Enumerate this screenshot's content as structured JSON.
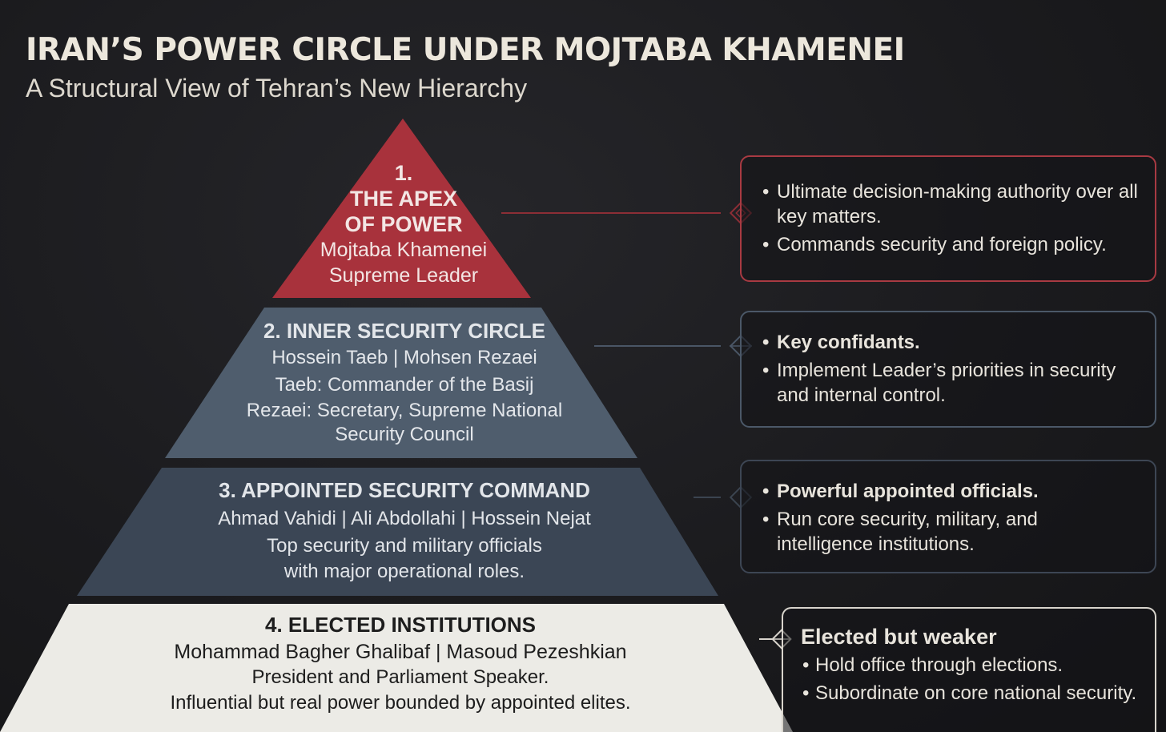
{
  "header": {
    "title": "IRAN’S POWER CIRCLE UNDER MOJTABA KHAMENEI",
    "subtitle": "A Structural View of Tehran’s New Hierarchy"
  },
  "colors": {
    "apex": "#a8323c",
    "inner": "#4f5d6d",
    "appointed": "#3b4655",
    "elected": "#ecebe6",
    "background": "#1c1c1f"
  },
  "tiers": [
    {
      "number": "1.",
      "heading_lines": [
        "THE APEX",
        "OF POWER"
      ],
      "names": "Mojtaba Khamenei",
      "roles": [
        "Supreme Leader"
      ]
    },
    {
      "heading": "2. INNER SECURITY CIRCLE",
      "names": "Hossein Taeb  |  Mohsen Rezaei",
      "roles": [
        "Taeb: Commander of the Basij",
        "Rezaei: Secretary, Supreme National",
        "Security Council"
      ]
    },
    {
      "heading": "3. APPOINTED SECURITY COMMAND",
      "names": "Ahmad Vahidi  |  Ali Abdollahi  |  Hossein Nejat",
      "roles": [
        "Top security and military officials",
        "with major operational roles."
      ]
    },
    {
      "heading": "4. ELECTED INSTITUTIONS",
      "names": "Mohammad Bagher Ghalibaf  |  Masoud Pezeshkian",
      "roles": [
        "President and Parliament Speaker.",
        "Influential but real power bounded by appointed elites."
      ]
    }
  ],
  "callouts": [
    {
      "bullets": [
        "Ultimate decision-making authority over all key matters.",
        "Commands security and foreign policy."
      ]
    },
    {
      "bullets": [
        "Key confidants.",
        "Implement Leader’s priorities in security and internal control."
      ]
    },
    {
      "bullets": [
        "Powerful appointed officials.",
        "Run core security, military, and intelligence institutions."
      ]
    },
    {
      "heading": "Elected but weaker",
      "bullets": [
        "Hold office through elections.",
        "Subordinate on core national security."
      ]
    }
  ]
}
